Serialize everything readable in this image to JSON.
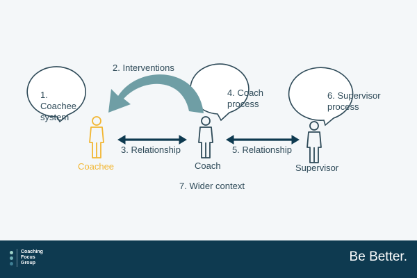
{
  "diagram": {
    "bubbles": {
      "coachee_system": "1. Coachee system",
      "coach_process": "4. Coach process",
      "supervisor_process": "6. Supervisor process"
    },
    "interventions": "2. Interventions",
    "relationship_coachee_coach": "3. Relationship",
    "relationship_coach_supervisor": "5. Relationship",
    "wider_context": "7. Wider context",
    "people": {
      "coachee": "Coachee",
      "coach": "Coach",
      "supervisor": "Supervisor"
    }
  },
  "footer": {
    "logo_lines": [
      "Coaching",
      "Focus",
      "Group"
    ],
    "tagline": "Be Better."
  },
  "colors": {
    "ink": "#2e4a58",
    "coachee": "#f2b632",
    "arrow_teal": "#6f9ea5",
    "footer_bg": "#0e3a50",
    "logo_dots": [
      "#9fd3c9",
      "#6fb0b6",
      "#3f7f94"
    ]
  }
}
